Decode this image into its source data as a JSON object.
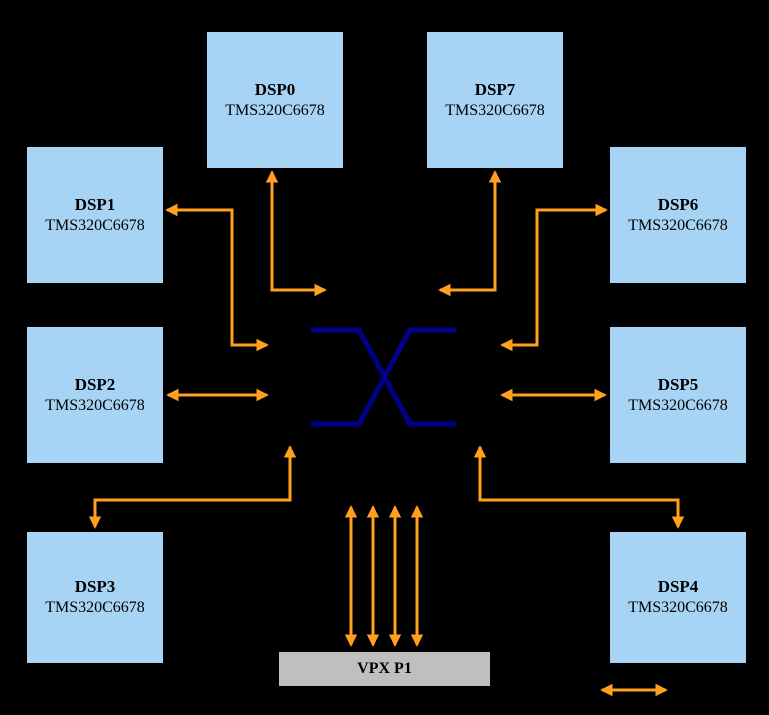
{
  "diagram": {
    "nodes": [
      {
        "id": "dsp0",
        "title": "DSP0",
        "subtitle": "TMS320C6678"
      },
      {
        "id": "dsp1",
        "title": "DSP1",
        "subtitle": "TMS320C6678"
      },
      {
        "id": "dsp2",
        "title": "DSP2",
        "subtitle": "TMS320C6678"
      },
      {
        "id": "dsp3",
        "title": "DSP3",
        "subtitle": "TMS320C6678"
      },
      {
        "id": "dsp4",
        "title": "DSP4",
        "subtitle": "TMS320C6678"
      },
      {
        "id": "dsp5",
        "title": "DSP5",
        "subtitle": "TMS320C6678"
      },
      {
        "id": "dsp6",
        "title": "DSP6",
        "subtitle": "TMS320C6678"
      },
      {
        "id": "dsp7",
        "title": "DSP7",
        "subtitle": "TMS320C6678"
      }
    ],
    "vpx": {
      "label": "VPX P1"
    },
    "icons": {
      "switch": "crossbar-switch-icon",
      "arrows": "double-headed-arrow"
    },
    "colors": {
      "background": "#000000",
      "node_fill": "#A7D4F4",
      "node_border": "#000000",
      "arrow": "#FFA01E",
      "switch": "#00008B",
      "vpx_fill": "#BFBFBF"
    }
  }
}
